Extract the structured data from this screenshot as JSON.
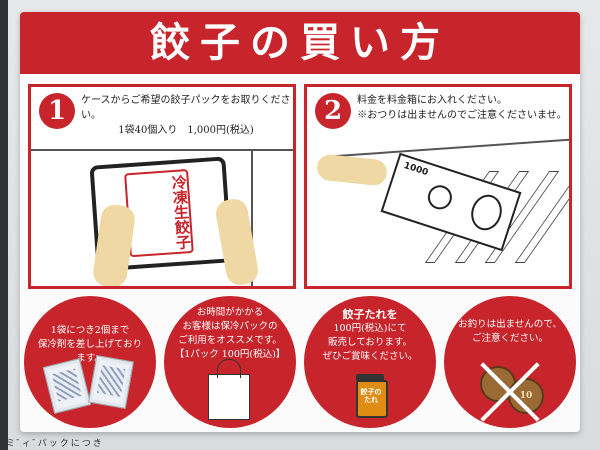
{
  "title": "餃子の買い方",
  "steps": [
    {
      "number": "1",
      "text": "ケースからご希望の餃子パックをお取りください。",
      "sub": "1袋40個入り　1,000円(税込)",
      "pack_label": "冷凍生餃子"
    },
    {
      "number": "2",
      "text": "料金を料金箱にお入れください。",
      "sub": "※おつりは出ませんのでご注意くださいませ。",
      "banknote_amount": "1000"
    }
  ],
  "info": [
    {
      "lines": [
        "1袋につき2個まで",
        "保冷剤を差し上げております。"
      ]
    },
    {
      "lines": [
        "お時間がかかる",
        "お客様は保冷パックの",
        "ご利用をオススメです。",
        "【1パック 100円(税込)】"
      ]
    },
    {
      "headline": "餃子たれを",
      "lines": [
        "100円(税込)にて",
        "販売しております。",
        "ぜひご賞味ください。"
      ],
      "sauce_label": "餃子のたれ"
    },
    {
      "lines": [
        "お釣りは出ませんので、",
        "ご注意ください。"
      ],
      "coin_value": "10"
    }
  ],
  "below_text": "ミ ̄ィ ̄パックにつき"
}
